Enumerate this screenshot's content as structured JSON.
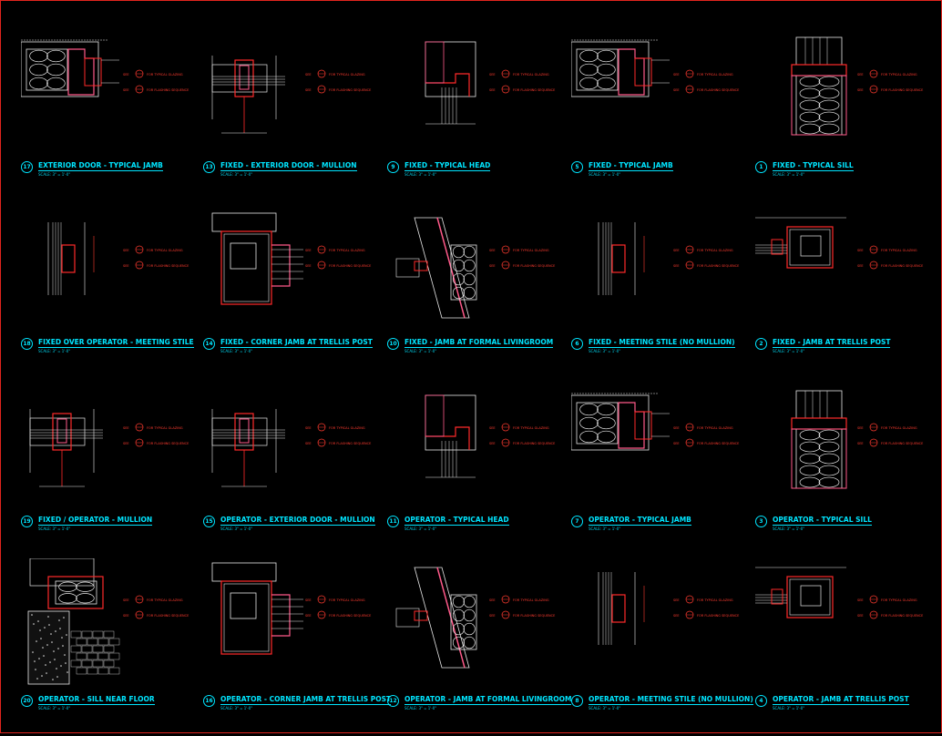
{
  "colors": {
    "background": "#000000",
    "title": "#00e5ff",
    "annotation": "#ff3b2f",
    "linework": "#e8e8e8",
    "insulation": "#ff5a8a",
    "frame": "#ff2a2a"
  },
  "details": [
    {
      "number": "17",
      "title": "EXTERIOR DOOR - TYPICAL JAMB",
      "scale": "SCALE: 3\" = 1'-0\""
    },
    {
      "number": "13",
      "title": "FIXED - EXTERIOR DOOR - MULLION",
      "scale": "SCALE: 3\" = 1'-0\""
    },
    {
      "number": "9",
      "title": "FIXED - TYPICAL HEAD",
      "scale": "SCALE: 3\" = 1'-0\""
    },
    {
      "number": "5",
      "title": "FIXED - TYPICAL JAMB",
      "scale": "SCALE: 3\" = 1'-0\""
    },
    {
      "number": "1",
      "title": "FIXED - TYPICAL SILL",
      "scale": "SCALE: 3\" = 1'-0\""
    },
    {
      "number": "18",
      "title": "FIXED OVER OPERATOR - MEETING STILE",
      "scale": "SCALE: 3\" = 1'-0\""
    },
    {
      "number": "14",
      "title": "FIXED - CORNER JAMB AT TRELLIS POST",
      "scale": "SCALE: 3\" = 1'-0\""
    },
    {
      "number": "10",
      "title": "FIXED - JAMB AT FORMAL LIVINGROOM",
      "scale": "SCALE: 3\" = 1'-0\""
    },
    {
      "number": "6",
      "title": "FIXED - MEETING STILE (NO MULLION)",
      "scale": "SCALE: 3\" = 1'-0\""
    },
    {
      "number": "2",
      "title": "FIXED - JAMB AT TRELLIS POST",
      "scale": "SCALE: 3\" = 1'-0\""
    },
    {
      "number": "19",
      "title": "FIXED / OPERATOR - MULLION",
      "scale": "SCALE: 3\" = 1'-0\""
    },
    {
      "number": "15",
      "title": "OPERATOR - EXTERIOR DOOR - MULLION",
      "scale": "SCALE: 3\" = 1'-0\""
    },
    {
      "number": "11",
      "title": "OPERATOR - TYPICAL HEAD",
      "scale": "SCALE: 3\" = 1'-0\""
    },
    {
      "number": "7",
      "title": "OPERATOR - TYPICAL JAMB",
      "scale": "SCALE: 3\" = 1'-0\""
    },
    {
      "number": "3",
      "title": "OPERATOR - TYPICAL SILL",
      "scale": "SCALE: 3\" = 1'-0\""
    },
    {
      "number": "20",
      "title": "OPERATOR - SILL NEAR FLOOR",
      "scale": "SCALE: 3\" = 1'-0\""
    },
    {
      "number": "16",
      "title": "OPERATOR - CORNER JAMB AT TRELLIS POST",
      "scale": "SCALE: 3\" = 1'-0\""
    },
    {
      "number": "12",
      "title": "OPERATOR - JAMB AT FORMAL LIVINGROOM",
      "scale": "SCALE: 3\" = 1'-0\""
    },
    {
      "number": "8",
      "title": "OPERATOR - MEETING STILE (NO MULLION)",
      "scale": "SCALE: 3\" = 1'-0\""
    },
    {
      "number": "4",
      "title": "OPERATOR - JAMB AT TRELLIS POST",
      "scale": "SCALE: 3\" = 1'-0\""
    }
  ],
  "notes": {
    "ref_a": "SEE",
    "ref_b": "FOR TYPICAL GLAZING",
    "ref_c": "FOR FLASHING SEQUENCE"
  }
}
